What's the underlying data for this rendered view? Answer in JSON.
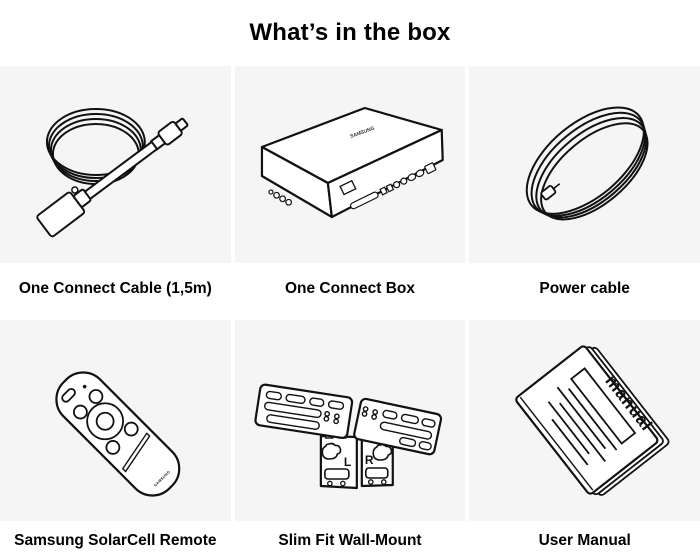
{
  "title": "What’s in the box",
  "colors": {
    "background": "#ffffff",
    "tile_background": "#f5f5f5",
    "line": "#111111",
    "text": "#000000"
  },
  "items": [
    {
      "label": "One Connect Cable (1,5m)"
    },
    {
      "label": "One Connect Box",
      "logo_text": "SAMSUNG"
    },
    {
      "label": "Power cable"
    },
    {
      "label": "Samsung SolarCell Remote",
      "brand_text": "SAMSUNG"
    },
    {
      "label": "Slim Fit Wall-Mount",
      "left_marker": "L",
      "right_marker": "R"
    },
    {
      "label": "User Manual",
      "cover_text": "manual"
    }
  ]
}
